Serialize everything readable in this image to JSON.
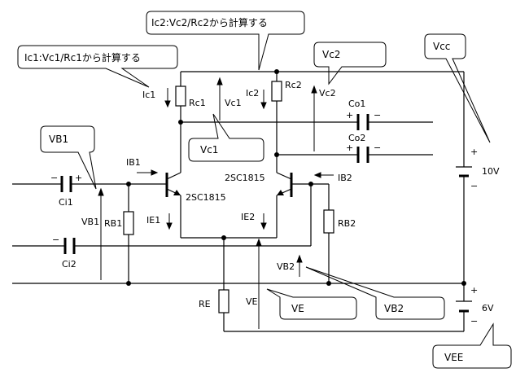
{
  "labels": {
    "ic2_note": "Ic2:Vc2/Rc2から計算する",
    "ic1_note": "Ic1:Vc1/Rc1から計算する",
    "vcc": "Vcc",
    "vc2_callout": "Vc2",
    "vb1_callout": "VB1",
    "vc1_callout": "Vc1",
    "ve_callout": "VE",
    "vb2_callout": "VB2",
    "vee_callout": "VEE",
    "ic1": "Ic1",
    "rc1": "Rc1",
    "vc1": "Vc1",
    "ic2": "Ic2",
    "rc2": "Rc2",
    "vc2": "Vc2",
    "co1": "Co1",
    "co2": "Co2",
    "ib1": "IB1",
    "ib2": "IB2",
    "ci1": "Ci1",
    "ci2": "Ci2",
    "rb1": "RB1",
    "rb2": "RB2",
    "vb1": "VB1",
    "vb2": "VB2",
    "ie1": "IE1",
    "ie2": "IE2",
    "q1": "2SC1815",
    "q2": "2SC1815",
    "re": "RE",
    "ve": "VE",
    "v10": "10V",
    "v6": "6V",
    "plus": "+",
    "minus": "−"
  }
}
